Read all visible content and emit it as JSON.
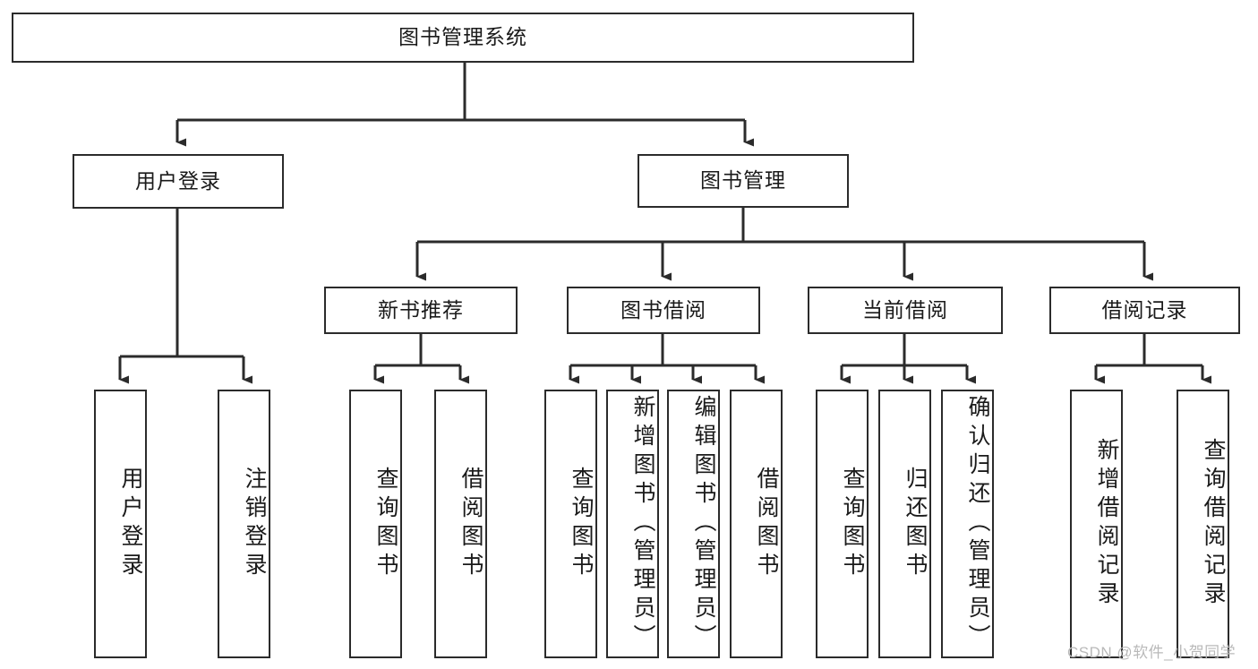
{
  "diagram": {
    "title": "图书管理系统",
    "type": "功能结构图",
    "nodes": {
      "root": {
        "label": "图书管理系统"
      },
      "level2": [
        {
          "label": "用户登录"
        },
        {
          "label": "图书管理"
        }
      ],
      "level3": [
        {
          "label": "新书推荐"
        },
        {
          "label": "图书借阅"
        },
        {
          "label": "当前借阅"
        },
        {
          "label": "借阅记录"
        }
      ],
      "leaves": {
        "user_login": [
          {
            "label": "用户登录"
          },
          {
            "label": "注销登录"
          }
        ],
        "new_book_recommend": [
          {
            "label": "查询图书"
          },
          {
            "label": "借阅图书"
          }
        ],
        "book_borrow": [
          {
            "label": "查询图书"
          },
          {
            "label": "新增图书（管理员）"
          },
          {
            "label": "编辑图书（管理员）"
          },
          {
            "label": "借阅图书"
          }
        ],
        "current_borrow": [
          {
            "label": "查询图书"
          },
          {
            "label": "归还图书"
          },
          {
            "label": "确认归还（管理员）"
          }
        ],
        "borrow_record": [
          {
            "label": "新增借阅记录"
          },
          {
            "label": "查询借阅记录"
          }
        ]
      }
    },
    "watermark": "CSDN @软件_小贺同学",
    "colors": {
      "stroke": "#2b2b2b",
      "fill": "#ffffff",
      "text": "#1a1a1a",
      "watermark": "#b9b9b9"
    }
  }
}
